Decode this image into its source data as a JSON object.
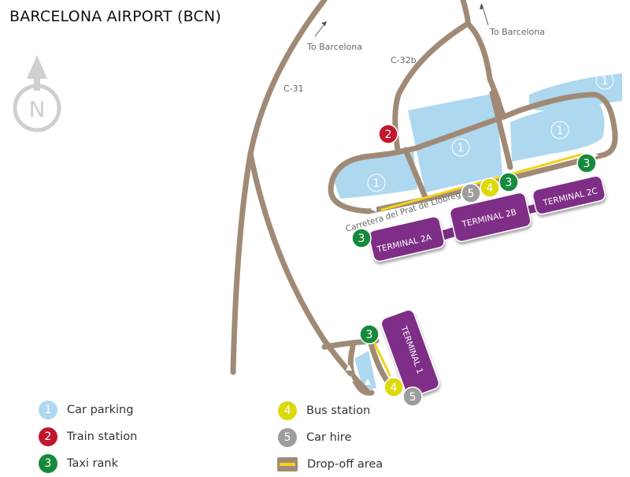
{
  "title": "BARCELONA AIRPORT (BCN)",
  "colors": {
    "road": "#a08a76",
    "parking": "#aed8ef",
    "train": "#c0172d",
    "taxi": "#168a3b",
    "bus": "#dcd90a",
    "car_hire": "#9d9d9d",
    "terminal": "#7e2e86",
    "dropoff": "#f2d21a",
    "compass": "#cfcfcf"
  },
  "compass": {
    "letter": "N"
  },
  "roads": {
    "to_barcelona_left": "To Barcelona",
    "to_barcelona_right": "To Barcelona",
    "c31": "C-31",
    "c32b": "C-32b",
    "carretera": "Carretera del Prat de Llobregat"
  },
  "terminals": {
    "t2a": "TERMINAL 2A",
    "t2b": "TERMINAL 2B",
    "t2c": "TERMINAL 2C",
    "t1": "TERMINAL 1"
  },
  "markers": {
    "parking": "1",
    "train": "2",
    "taxi": "3",
    "bus": "4",
    "car_hire": "5"
  },
  "legend": [
    {
      "num": "1",
      "label": "Car parking",
      "kind": "parking"
    },
    {
      "num": "2",
      "label": "Train station",
      "kind": "train"
    },
    {
      "num": "3",
      "label": "Taxi rank",
      "kind": "taxi"
    },
    {
      "num": "4",
      "label": "Bus station",
      "kind": "bus"
    },
    {
      "num": "5",
      "label": "Car hire",
      "kind": "car_hire"
    },
    {
      "num": "",
      "label": "Drop-off area",
      "kind": "dropoff"
    }
  ]
}
